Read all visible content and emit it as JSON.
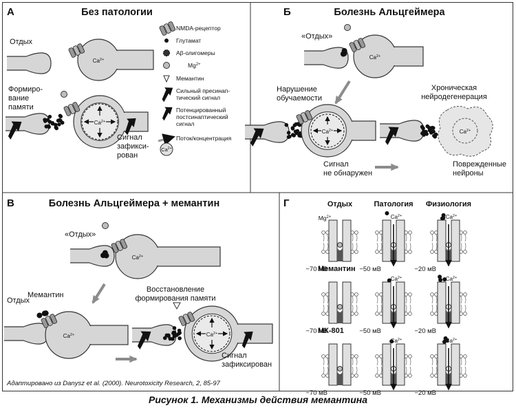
{
  "panels": {
    "a": {
      "letter": "А",
      "title": "Без патологии",
      "rest": "Отдых",
      "memory": [
        "Формиро-",
        "вание",
        "памяти"
      ],
      "signal": [
        "Сигнал",
        "зафикси-",
        "рован"
      ],
      "ion": "Ca2+"
    },
    "b": {
      "letter": "Б",
      "title": "Болезнь Альцгеймера",
      "rest": "«Отдых»",
      "learning": [
        "Нарушение",
        "обучаемости"
      ],
      "no_signal": [
        "Сигнал",
        "не обнаружен"
      ],
      "chronic": [
        "Хроническая",
        "нейродегенерация"
      ],
      "damaged": [
        "Поврежденные",
        "нейроны"
      ],
      "ion": "Ca2+"
    },
    "c": {
      "letter": "В",
      "title": "Болезнь Альцгеймера + мемантин",
      "rest_quoted": "«Отдых»",
      "memantine": "Мемантин",
      "rest": "Отдых",
      "restore": [
        "Восстановление",
        "формирования памяти"
      ],
      "signal": [
        "Сигнал",
        "зафиксирован"
      ],
      "ion": "Ca2+"
    },
    "d": {
      "letter": "Г",
      "col_heads": [
        "Отдых",
        "Патология",
        "Физиология"
      ],
      "row_labels": [
        "",
        "Мемантин",
        "МК-801"
      ],
      "mg": "Mg2+",
      "ion": "Ca2+",
      "voltages": [
        "−70 мВ",
        "−50 мВ",
        "−20 мВ"
      ]
    }
  },
  "legend": [
    {
      "icon": "nmda-receptor-icon",
      "lines": [
        "NMDA-рецептор"
      ]
    },
    {
      "icon": "glutamate-icon",
      "lines": [
        "Глутамат"
      ]
    },
    {
      "icon": "abeta-oligomer-icon",
      "lines": [
        "Аβ-олигомеры"
      ]
    },
    {
      "icon": "mg-icon",
      "lines": [
        "Mg2+"
      ]
    },
    {
      "icon": "memantine-icon",
      "lines": [
        "Мемантин"
      ]
    },
    {
      "icon": "strong-signal-arrow-icon",
      "lines": [
        "Сильный пресинап-",
        "тический сигнал"
      ]
    },
    {
      "icon": "potentiated-signal-arrow-icon",
      "lines": [
        "Потенцированный",
        "постсинаптический",
        "сигнал"
      ]
    },
    {
      "icon": "flow-arrow-icon",
      "lines": [
        "Поток/концентрация"
      ]
    },
    {
      "icon": "calcium-icon",
      "lines": [
        ""
      ]
    }
  ],
  "legend_ca": "Ca2+",
  "credit": "Адаптировано из Danysz et al. (2000). Neurotoxicity Research, 2, 85-97",
  "caption": "Рисунок 1. Механизмы действия мемантина",
  "colors": {
    "cell_fill": "#d6d6d6",
    "cell_stroke": "#333333",
    "dot": "#111111",
    "arrow_gray": "#8c8c8c"
  }
}
